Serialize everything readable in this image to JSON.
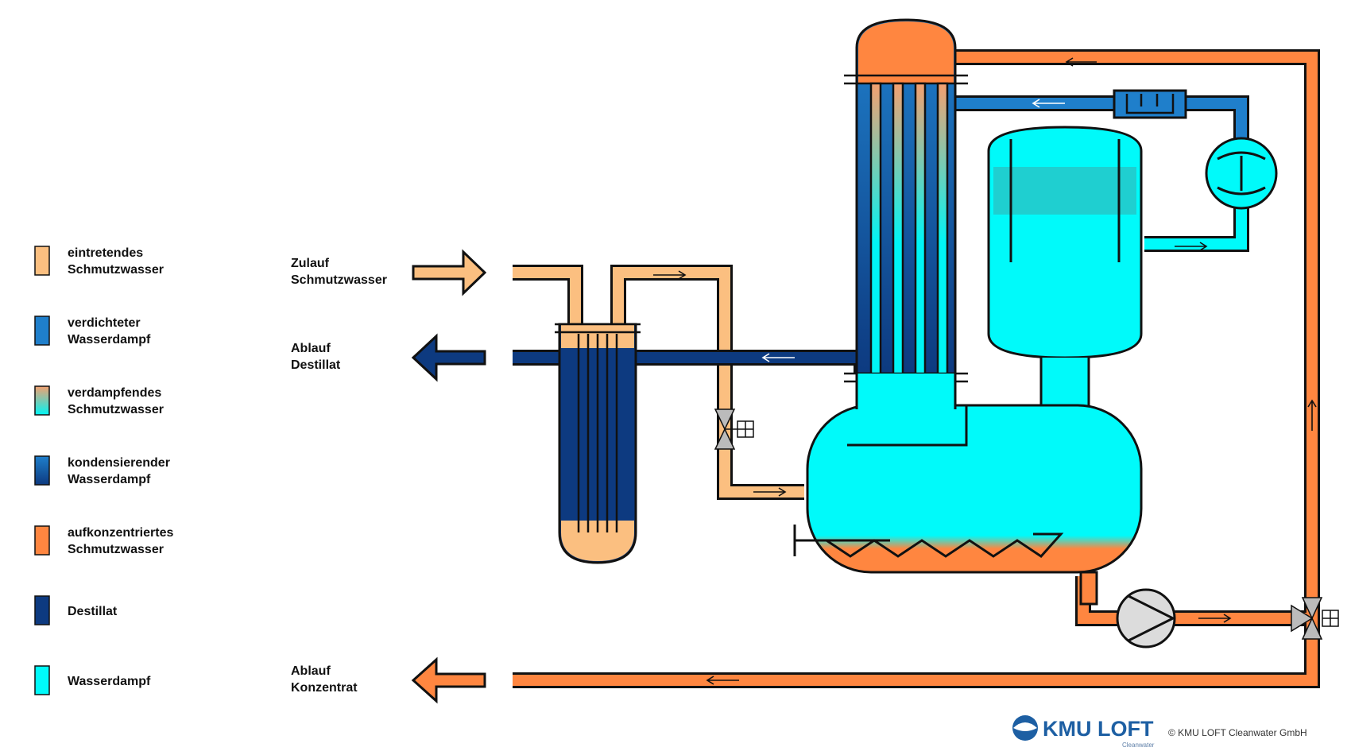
{
  "legend": {
    "items": [
      {
        "line1": "eintretendes",
        "line2": "Schmutzwasser",
        "swatch": "feed"
      },
      {
        "line1": "verdichteter",
        "line2": "Wasserdampf",
        "swatch": "compressed"
      },
      {
        "line1": "verdampfendes",
        "line2": "Schmutzwasser",
        "swatch": "evaporating"
      },
      {
        "line1": "kondensierender",
        "line2": "Wasserdampf",
        "swatch": "condensing"
      },
      {
        "line1": "aufkonzentriertes",
        "line2": "Schmutzwasser",
        "swatch": "concentrate"
      },
      {
        "line1": "Destillat",
        "line2": "",
        "swatch": "distillate"
      },
      {
        "line1": "Wasserdampf",
        "line2": "",
        "swatch": "vapor"
      }
    ]
  },
  "flows": {
    "feed_in": {
      "line1": "Zulauf",
      "line2": "Schmutzwasser"
    },
    "distillate_out": {
      "line1": "Ablauf",
      "line2": "Destillat"
    },
    "concentrate_out": {
      "line1": "Ablauf",
      "line2": "Konzentrat"
    }
  },
  "brand": {
    "logo_text": "KMU LOFT",
    "logo_sub": "Cleanwater",
    "copyright": "© KMU LOFT Cleanwater GmbH"
  },
  "colors": {
    "feed": "#fbbf80",
    "compressed": "#1f7fcb",
    "evaporating_top": "#f4a070",
    "evaporating_bottom": "#00f5f5",
    "condensing_top": "#1f7fcb",
    "condensing_bottom": "#0d3a80",
    "concentrate": "#ff8640",
    "distillate": "#0d3a80",
    "vapor": "#00fafa",
    "outline": "#111111"
  }
}
